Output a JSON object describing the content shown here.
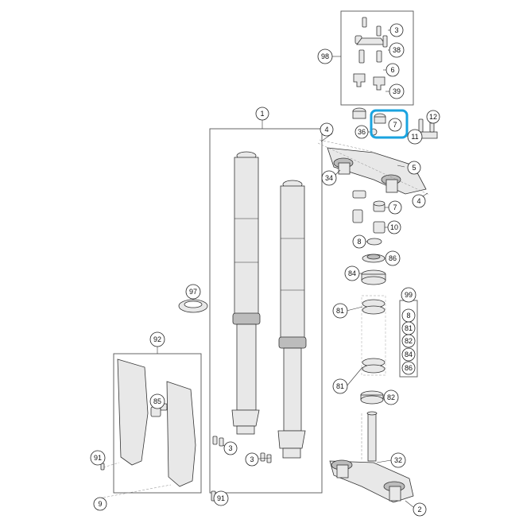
{
  "diagram": {
    "callouts": [
      {
        "id": "c98",
        "text": "98"
      },
      {
        "id": "c3a",
        "text": "3"
      },
      {
        "id": "c38",
        "text": "38"
      },
      {
        "id": "c6",
        "text": "6"
      },
      {
        "id": "c39",
        "text": "39"
      },
      {
        "id": "c1",
        "text": "1"
      },
      {
        "id": "c4a",
        "text": "4"
      },
      {
        "id": "c36",
        "text": "36"
      },
      {
        "id": "c7a",
        "text": "7"
      },
      {
        "id": "c11",
        "text": "11"
      },
      {
        "id": "c12",
        "text": "12"
      },
      {
        "id": "c5",
        "text": "5"
      },
      {
        "id": "c34",
        "text": "34"
      },
      {
        "id": "c4b",
        "text": "4"
      },
      {
        "id": "c7b",
        "text": "7"
      },
      {
        "id": "c10",
        "text": "10"
      },
      {
        "id": "c8a",
        "text": "8"
      },
      {
        "id": "c86a",
        "text": "86"
      },
      {
        "id": "c84",
        "text": "84"
      },
      {
        "id": "c97",
        "text": "97"
      },
      {
        "id": "c81a",
        "text": "81"
      },
      {
        "id": "c99",
        "text": "99"
      },
      {
        "id": "c8b",
        "text": "8"
      },
      {
        "id": "c81b",
        "text": "81"
      },
      {
        "id": "c82a",
        "text": "82"
      },
      {
        "id": "c84b",
        "text": "84"
      },
      {
        "id": "c86b",
        "text": "86"
      },
      {
        "id": "c92",
        "text": "92"
      },
      {
        "id": "c85",
        "text": "85"
      },
      {
        "id": "c81c",
        "text": "81"
      },
      {
        "id": "c82b",
        "text": "82"
      },
      {
        "id": "c3b",
        "text": "3"
      },
      {
        "id": "c3c",
        "text": "3"
      },
      {
        "id": "c91a",
        "text": "91"
      },
      {
        "id": "c9",
        "text": "9"
      },
      {
        "id": "c91b",
        "text": "91"
      },
      {
        "id": "c32",
        "text": "32"
      },
      {
        "id": "c2",
        "text": "2"
      }
    ],
    "highlight": {
      "label": "7",
      "color": "#1aa3df"
    }
  }
}
